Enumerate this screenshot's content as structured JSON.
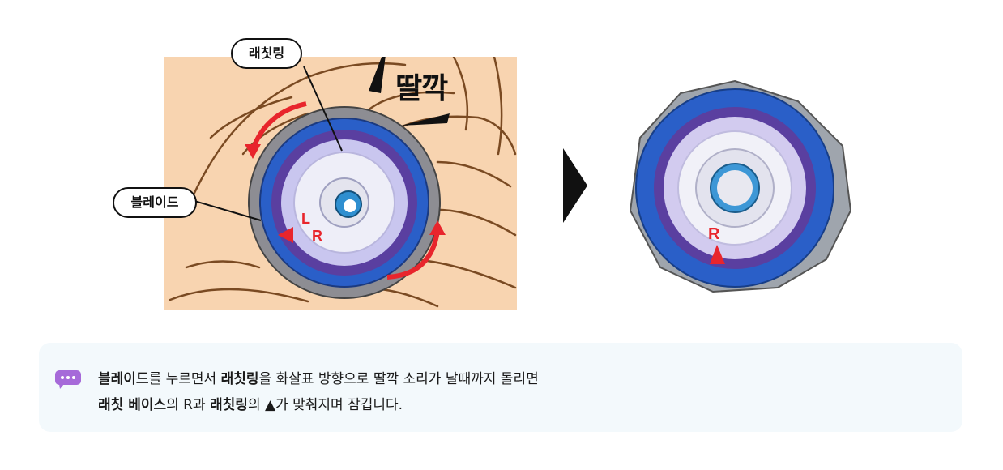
{
  "illustration": {
    "callout_ratchet": "래칫링",
    "callout_blade": "블레이드",
    "sound_effect": "딸깍",
    "marker_left": "L",
    "marker_right": "R",
    "result_marker": "R"
  },
  "colors": {
    "skin": "#f8d4b0",
    "outline": "#7a4a22",
    "arrow_red": "#e8252c",
    "disc_purple": "#5a3fa0",
    "disc_blue": "#2a5fc8",
    "note_bg": "#f3f9fc",
    "icon_purple": "#a66ad9"
  },
  "note": {
    "icon": "chat-bubble-icon",
    "line1": {
      "b1": "블레이드",
      "t1": "를 누르면서 ",
      "b2": "래칫링",
      "t2": "을 화살표 방향으로 딸깍 소리가 날때까지 돌리면"
    },
    "line2": {
      "b1": "래칫 베이스",
      "t1": "의 R과 ",
      "b2": "래칫링",
      "t2": "의 ▲가 맞춰지며 잠깁니다."
    }
  }
}
